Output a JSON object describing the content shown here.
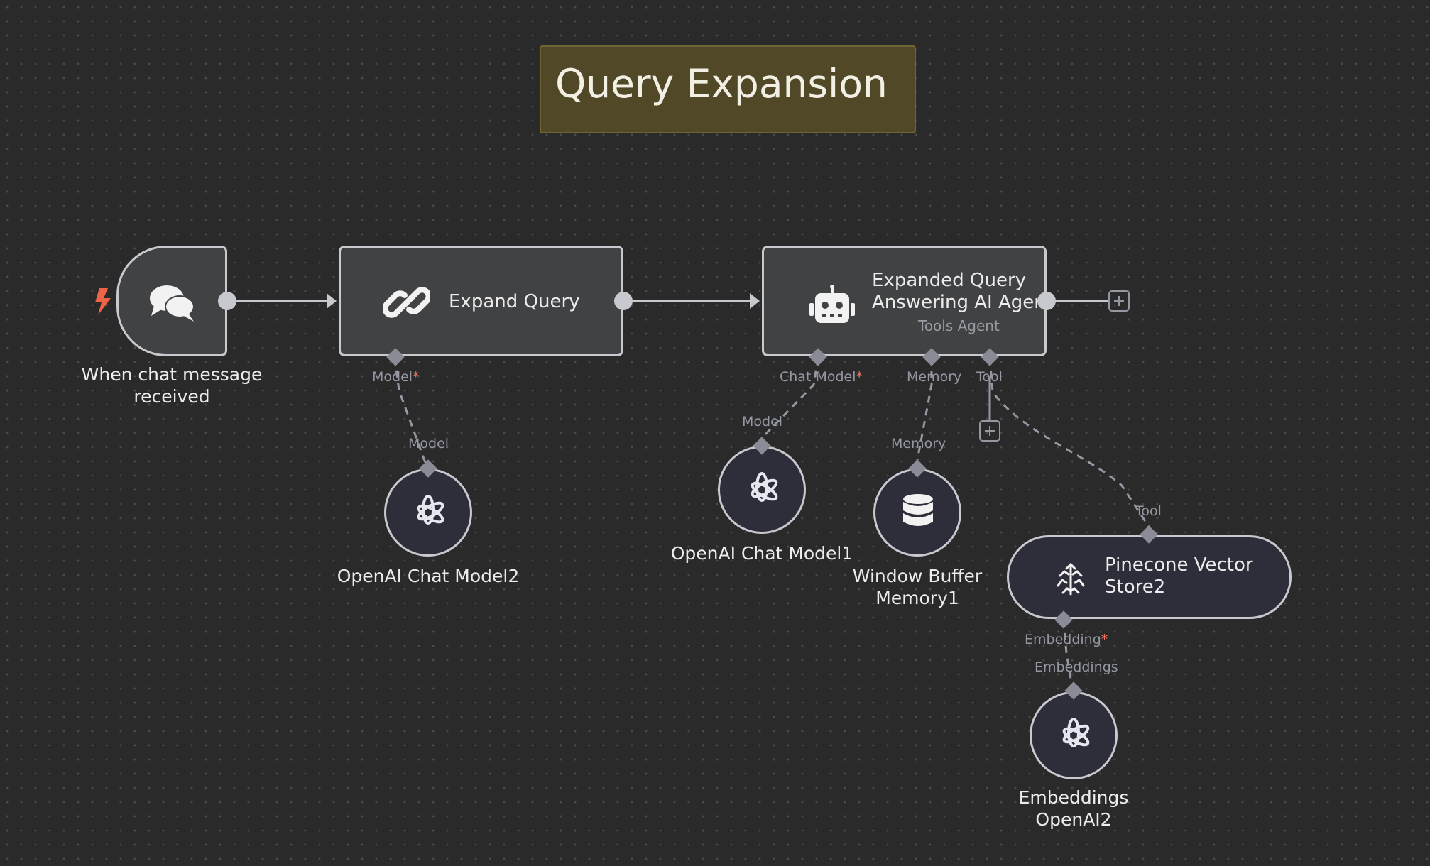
{
  "sticky_note": {
    "title": "Query Expansion"
  },
  "nodes": {
    "chat_trigger": {
      "label": "When chat message received"
    },
    "expand_query": {
      "title": "Expand Query",
      "port_model": "Model"
    },
    "agent": {
      "title_line1": "Expanded Query",
      "title_line2": "Answering AI Agent",
      "subtitle": "Tools Agent",
      "port_chat_model": "Chat Model",
      "port_memory": "Memory",
      "port_tool": "Tool"
    },
    "openai_chat_model2": {
      "label": "OpenAI Chat Model2",
      "port": "Model"
    },
    "openai_chat_model1": {
      "label": "OpenAI Chat Model1",
      "port": "Model"
    },
    "window_buffer_memory1": {
      "label": "Window Buffer Memory1",
      "port": "Memory"
    },
    "pinecone_vector_store2": {
      "title": "Pinecone Vector Store2",
      "port_tool": "Tool",
      "port_embedding": "Embedding"
    },
    "embeddings_openai2": {
      "label": "Embeddings OpenAI2",
      "port": "Embeddings"
    }
  },
  "required_marker": "*",
  "colors": {
    "canvas": "#2a2a2a",
    "node_fill": "#414244",
    "node_border": "#c8c9cf",
    "sub_node_fill": "#2e2e3b",
    "sticky_fill": "#504826",
    "trigger_bolt": "#ee6446",
    "required": "#f0735e"
  },
  "icons": {
    "trigger": "chat-bubbles-icon",
    "expand_query": "link-icon",
    "agent": "robot-icon",
    "openai": "openai-icon",
    "memory": "database-icon",
    "pinecone": "pinecone-icon",
    "bolt": "lightning-bolt-icon"
  }
}
